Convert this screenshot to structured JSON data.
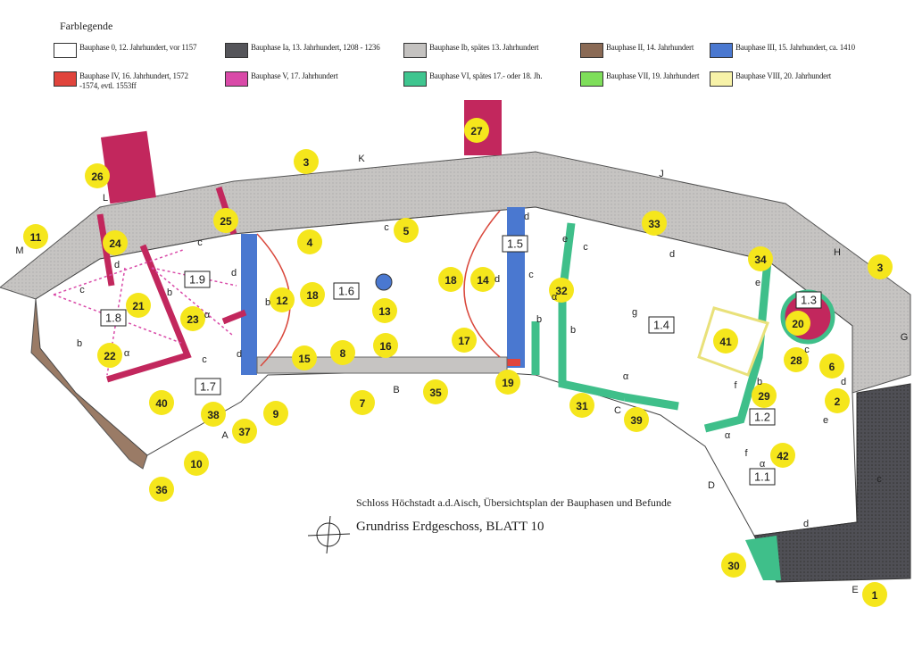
{
  "legend": {
    "title": "Farblegende",
    "items": [
      {
        "label": "Bauphase 0, 12. Jahrhundert, vor 1157",
        "color": "#ffffff"
      },
      {
        "label": "Bauphase Ia, 13. Jahrhundert, 1208 - 1236",
        "color": "#55555a"
      },
      {
        "label": "Bauphase Ib, spätes 13. Jahrhundert",
        "color": "#c4c2c0"
      },
      {
        "label": "Bauphase II, 14. Jahrhundert",
        "color": "#8a6a55"
      },
      {
        "label": "Bauphase III, 15. Jahrhundert, ca. 1410",
        "color": "#4a78d0"
      },
      {
        "label": "Bauphase IV, 16. Jahrhundert, 1572 -1574, evtl. 1553ff",
        "color": "#e0443c"
      },
      {
        "label": "Bauphase V, 17. Jahrhundert",
        "color": "#d94aa8"
      },
      {
        "label": "Bauphase VI, spätes 17.- oder 18. Jh.",
        "color": "#3fc58f"
      },
      {
        "label": "Bauphase VII, 19. Jahrhundert",
        "color": "#7ede5a"
      },
      {
        "label": "Bauphase VIII, 20. Jahrhundert",
        "color": "#f7f2a8"
      }
    ]
  },
  "title": {
    "line1": "Schloss Höchstadt a.d.Aisch, Übersichtsplan der Bauphasen und Befunde",
    "line2": "Grundriss Erdgeschoss, BLATT 10"
  },
  "markers": [
    "1",
    "2",
    "3",
    "3",
    "4",
    "5",
    "6",
    "7",
    "8",
    "9",
    "10",
    "11",
    "12",
    "13",
    "14",
    "15",
    "16",
    "17",
    "18",
    "18",
    "19",
    "20",
    "21",
    "22",
    "23",
    "24",
    "25",
    "26",
    "27",
    "28",
    "29",
    "30",
    "31",
    "32",
    "33",
    "34",
    "35",
    "36",
    "37",
    "38",
    "39",
    "40",
    "41",
    "42"
  ],
  "rooms": [
    "1.9",
    "1.8",
    "1.7",
    "1.6",
    "1.5",
    "1.4",
    "1.3",
    "1.2",
    "1.1"
  ],
  "facades": [
    "M",
    "L",
    "K",
    "J",
    "H",
    "G",
    "E",
    "D",
    "C",
    "B",
    "A"
  ],
  "wall_letters": [
    "c",
    "d",
    "c",
    "b",
    "d",
    "α",
    "b",
    "α",
    "c",
    "d",
    "b",
    "c",
    "d",
    "d",
    "e",
    "c",
    "c",
    "α",
    "b",
    "b",
    "g",
    "d",
    "e",
    "f",
    "c",
    "d",
    "e",
    "α",
    "b",
    "α",
    "f",
    "α",
    "c",
    "d"
  ],
  "colors": {
    "marker": "#f5e61c",
    "marker_text": "#222222"
  }
}
